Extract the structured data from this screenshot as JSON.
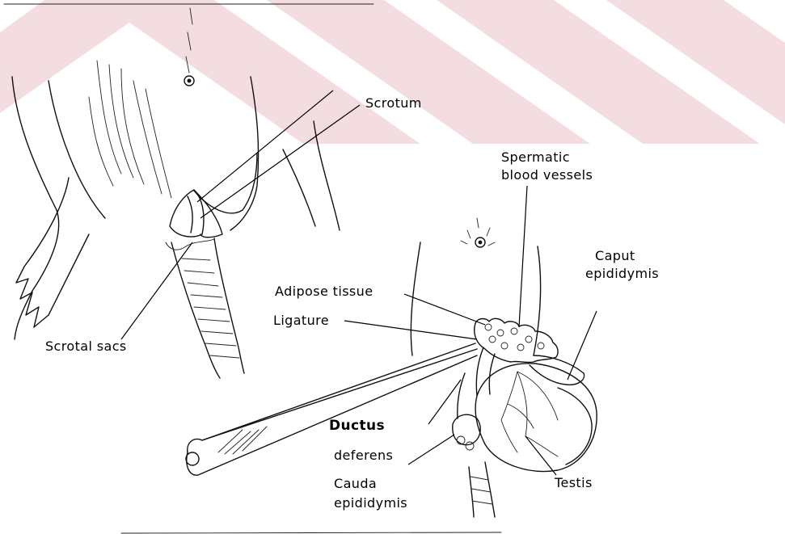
{
  "colors": {
    "background": "#ffffff",
    "watermark": "#b3001b",
    "ink": "#111111"
  },
  "labels": {
    "scrotum": "Scrotum",
    "scrotal_sacs": "Scrotal sacs",
    "spermatic_line1": "Spermatic",
    "spermatic_line2": "blood vessels",
    "caput_line1": "Caput",
    "caput_line2": "epididymis",
    "adipose_tissue": "Adipose tissue",
    "ligature": "Ligature",
    "ductus_line1": "Ductus",
    "ductus_line2": "deferens",
    "cauda_line1": "Cauda",
    "cauda_line2": "epididymis",
    "testis": "Testis"
  }
}
